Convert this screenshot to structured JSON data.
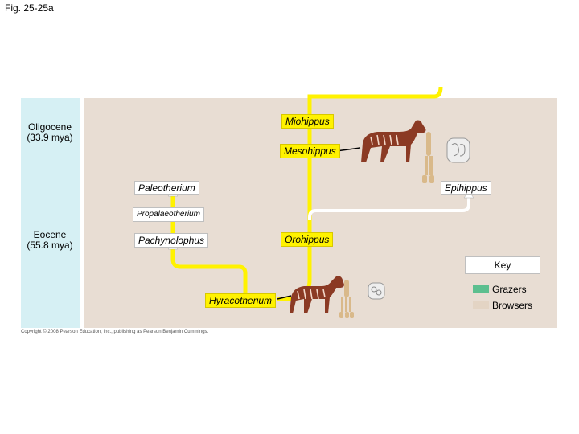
{
  "figure_label": "Fig. 25-25a",
  "epochs": {
    "oligocene": [
      "Oligocene",
      "(33.9 mya)"
    ],
    "eocene": [
      "Eocene",
      "(55.8 mya)"
    ]
  },
  "taxa": {
    "miohippus": "Miohippus",
    "mesohippus": "Mesohippus",
    "paleotherium": "Paleotherium",
    "epihippus": "Epihippus",
    "propalaeotherium": "Propalaeotherium",
    "pachynolophus": "Pachynolophus",
    "orohippus": "Orohippus",
    "hyracotherium": "Hyracotherium"
  },
  "key": {
    "title": "Key",
    "grazers_label": "Grazers",
    "browsers_label": "Browsers",
    "grazers_color": "#5cbf8f",
    "browsers_color": "#e3d4c4"
  },
  "colors": {
    "lineage_line": "#fff200",
    "side_branch_line": "#ffffff",
    "epoch_panel": "#d6f0f4",
    "chart_panel": "#e8ddd3",
    "horse_coat": "#8b3a24",
    "bone": "#d9b98a"
  },
  "illustrations": {
    "mesohippus_illustration": "horse-skeleton-teeth",
    "hyracotherium_illustration": "horse-skeleton-teeth"
  },
  "copyright": "Copyright © 2008 Pearson Education, Inc., publishing as Pearson Benjamin Cummings."
}
